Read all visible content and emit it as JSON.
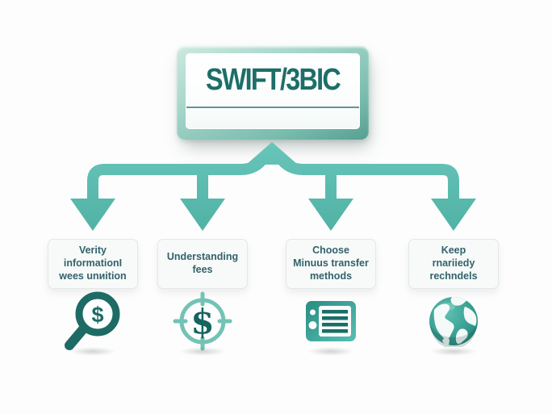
{
  "title_card": {
    "label": "SWIFT/3BIC"
  },
  "branches": [
    {
      "label": "Verity\ninformationI\nwees unиition",
      "icon": "magnifier-dollar-icon",
      "icon_symbol": "$"
    },
    {
      "label": "Understanding\nfees",
      "icon": "target-dollar-icon",
      "icon_symbol": "$"
    },
    {
      "label": "Choose\nMinuus transfer\nmethods",
      "icon": "document-list-icon",
      "icon_symbol": ""
    },
    {
      "label": "Keep\nrnariiedy\nrechndels",
      "icon": "globe-icon",
      "icon_symbol": ""
    }
  ],
  "colors": {
    "accent": "#58bbaf",
    "accent-dark": "#1c6b64",
    "title-text": "#1d6e68",
    "label-text": "#31636a",
    "frame": "#8fcabe"
  }
}
